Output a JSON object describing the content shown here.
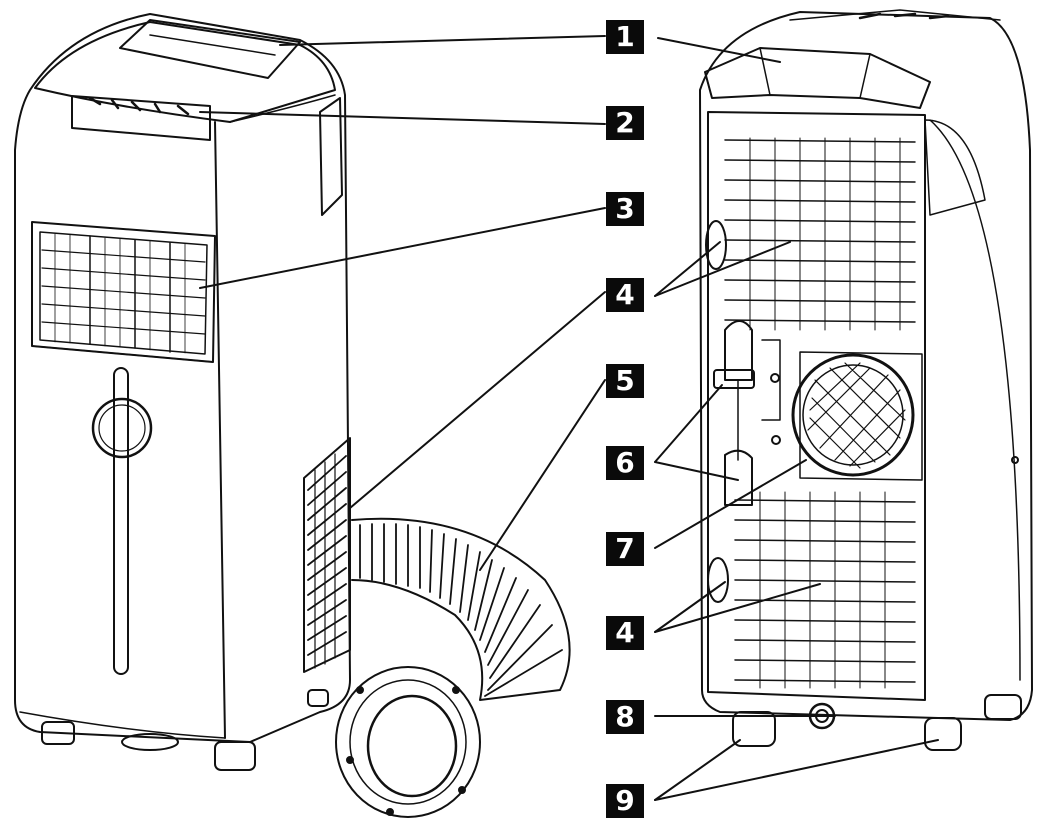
{
  "figure": {
    "background": "#ffffff",
    "line_color": "#111111",
    "callouts": [
      "1",
      "2",
      "3",
      "4",
      "5",
      "6",
      "7",
      "4",
      "8",
      "9"
    ]
  }
}
